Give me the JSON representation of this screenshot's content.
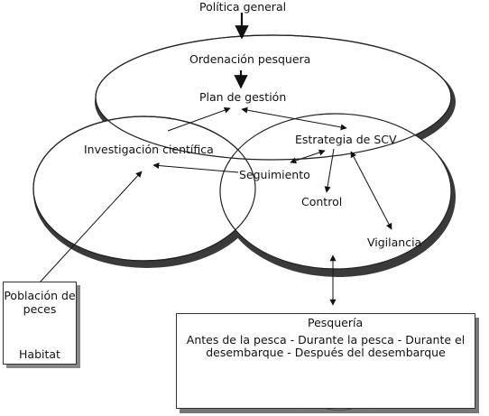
{
  "labels": {
    "politica": "Política general",
    "ordenacion": "Ordenación pesquera",
    "plan": "Plan de gestión",
    "investigacion": "Investigación científica",
    "estrategia": "Estrategia de SCV",
    "seguimiento": "Seguimiento",
    "control": "Control",
    "vigilancia": "Vigilancia"
  },
  "poblacion_box": {
    "line1": "Población de",
    "line2": "peces",
    "habitat": "Habitat"
  },
  "pesqueria_box": {
    "title": "Pesquería",
    "line1": "Antes de la pesca - Durante la pesca - Durante el",
    "line2": "desembarque - Después del desembarque"
  },
  "icons": {
    "fish": "fish-icon",
    "boat": "fishing-boat-icon"
  }
}
